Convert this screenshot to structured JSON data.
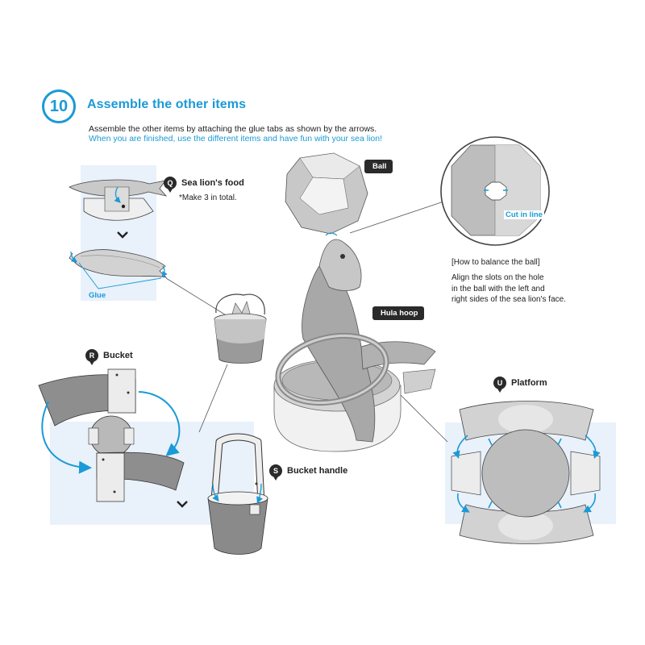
{
  "step": {
    "number": "10",
    "title": "Assemble the other items",
    "instruction_line1": "Assemble the other items by attaching the glue tabs as shown by the arrows.",
    "instruction_line2": "When you are finished, use the different items and have fun with your sea lion!"
  },
  "food": {
    "badge": "Q",
    "label": "Sea lion's food",
    "note": "*Make 3 in total.",
    "glue_label": "Glue"
  },
  "bucket": {
    "badge": "R",
    "label": "Bucket"
  },
  "handle": {
    "badge": "S",
    "label": "Bucket handle"
  },
  "platform": {
    "badge": "U",
    "label": "Platform"
  },
  "sea_lion": {
    "ball_label": "Ball",
    "hoop_label": "Hula hoop"
  },
  "balance": {
    "heading": "[How to balance the ball]",
    "line1": "Align the slots on the hole",
    "line2": "in the ball with the left and",
    "line3": "right sides of the sea lion's face.",
    "cut_label": "Cut in line"
  },
  "colors": {
    "accent": "#1a9ad6",
    "panel": "#e9f1fb",
    "dark": "#2a2a2a"
  }
}
